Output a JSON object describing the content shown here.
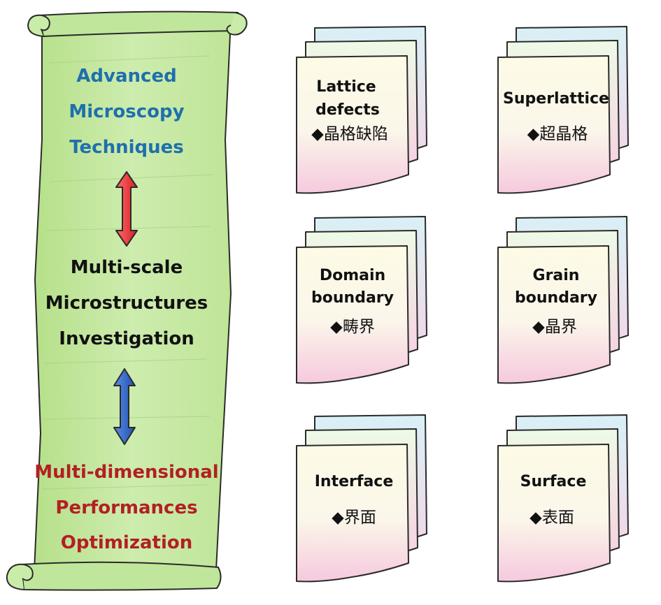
{
  "scroll": {
    "technique_lines": [
      "Advanced",
      "Microscopy",
      "Techniques"
    ],
    "investigation_lines": [
      "Multi-scale",
      "Microstructures",
      "Investigation"
    ],
    "optimization_lines": [
      "Multi-dimensional",
      "Performances",
      "Optimization"
    ],
    "colors": {
      "parchment": "#c6e8a0",
      "technique_text": "#1f6fae",
      "investigation_text": "#111111",
      "optimization_text": "#b31f23",
      "arrow_top": "#e8262b",
      "arrow_bottom": "#2f5fbf"
    }
  },
  "cards": [
    {
      "title_lines": [
        "Lattice",
        "defects"
      ],
      "chinese": "◆晶格缺陷"
    },
    {
      "title_lines": [
        "Superlattice"
      ],
      "chinese": "◆超晶格"
    },
    {
      "title_lines": [
        "Domain",
        "boundary"
      ],
      "chinese": "◆畴界"
    },
    {
      "title_lines": [
        "Grain",
        "boundary"
      ],
      "chinese": "◆晶界"
    },
    {
      "title_lines": [
        "Interface"
      ],
      "chinese": "◆界面"
    },
    {
      "title_lines": [
        "Surface"
      ],
      "chinese": "◆表面"
    }
  ]
}
